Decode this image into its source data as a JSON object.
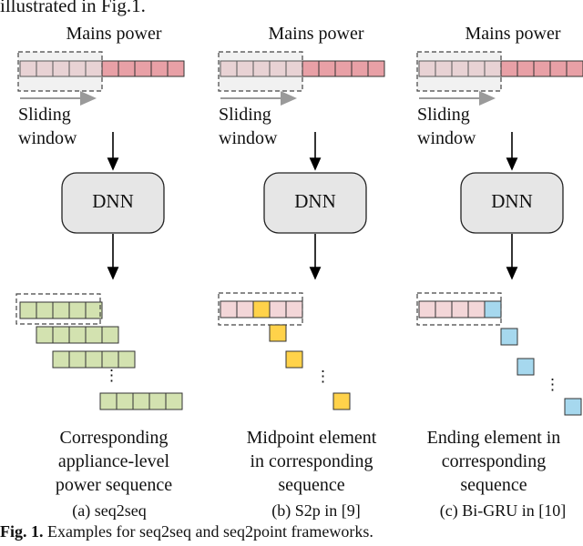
{
  "header": {
    "intro_text": "illustrated in Fig.1."
  },
  "panels": [
    {
      "input_label": "Mains power",
      "window_label": "Sliding\nwindow",
      "dnn_label": "DNN",
      "output_description": "Corresponding\nappliance-level\npower sequence",
      "caption": "(a) seq2seq",
      "ellipsis": "⋮"
    },
    {
      "input_label": "Mains power",
      "window_label": "Sliding\nwindow",
      "dnn_label": "DNN",
      "output_description": "Midpoint element\nin corresponding\nsequence",
      "caption": "(b) S2p in [9]",
      "ellipsis": "⋮"
    },
    {
      "input_label": "Mains power",
      "window_label": "Sliding\nwindow",
      "dnn_label": "DNN",
      "output_description": "Ending element in\ncorresponding\nsequence",
      "caption": "(c) Bi-GRU in [10]",
      "ellipsis": "⋮"
    }
  ],
  "figure_caption": {
    "label": "Fig. 1.",
    "text": " Examples for seq2seq and seq2point frameworks."
  },
  "colors": {
    "mains_cell": "#e8a0a6",
    "mains_cell_faded": "#f3d6d8",
    "seq_cell": "#d3e2b0",
    "point_a": "#ffd24a",
    "point_c": "#a6d8ee",
    "dnn_fill": "#e6e6e6"
  }
}
